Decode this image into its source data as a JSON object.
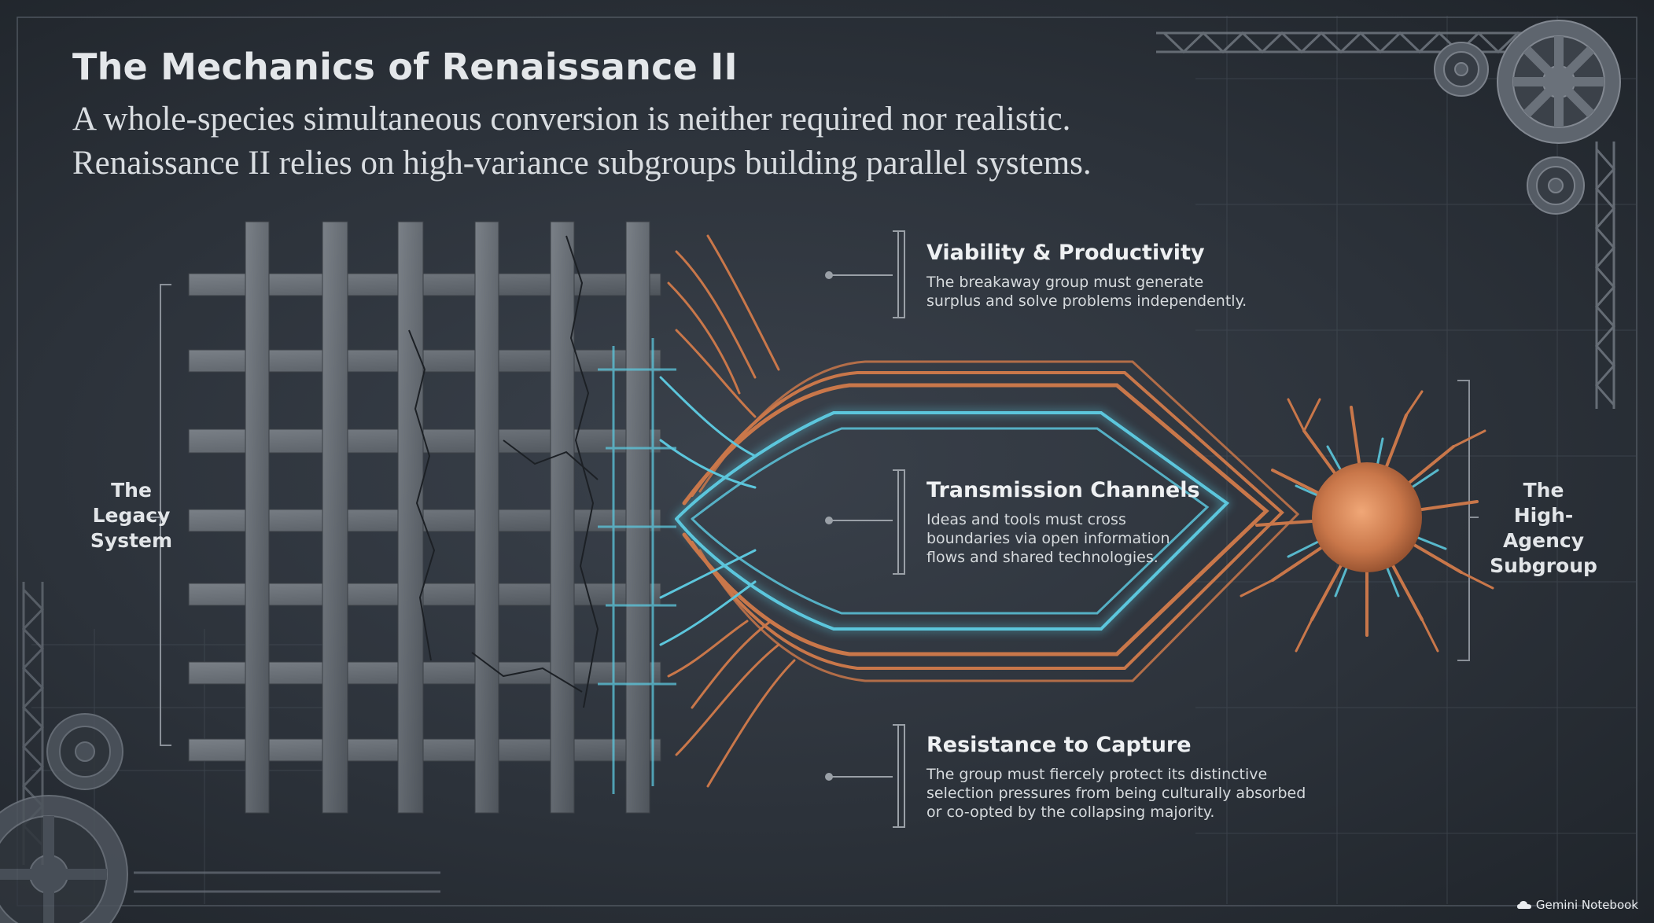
{
  "title": "The Mechanics of Renaissance II",
  "subtitle": {
    "line1": "A whole-species simultaneous conversion is neither required nor realistic.",
    "line2": "Renaissance II relies on high-variance subgroups building parallel systems."
  },
  "left_label": [
    "The",
    "Legacy",
    "System"
  ],
  "right_label": [
    "The",
    "High-Agency",
    "Subgroup"
  ],
  "callouts": [
    {
      "heading": "Viability & Productivity",
      "lines": [
        "The breakaway group must generate",
        "surplus and solve problems independently."
      ]
    },
    {
      "heading": "Transmission Channels",
      "lines": [
        "Ideas and tools must cross",
        "boundaries via open information",
        "flows and shared technologies."
      ]
    },
    {
      "heading": "Resistance to Capture",
      "lines": [
        "The group must fiercely protect its distinctive",
        "selection pressures from being culturally absorbed",
        "or co-opted by the collapsing majority."
      ]
    }
  ],
  "branding": "Gemini Notebook",
  "icons": [
    "gear-icon",
    "neuron-icon",
    "cloud-icon"
  ],
  "colors": {
    "background": "#2c323a",
    "copper": "#c9774a",
    "cyan": "#5cc6dc",
    "grid_stone": "#6b7178",
    "text": "#e6e9ec"
  }
}
